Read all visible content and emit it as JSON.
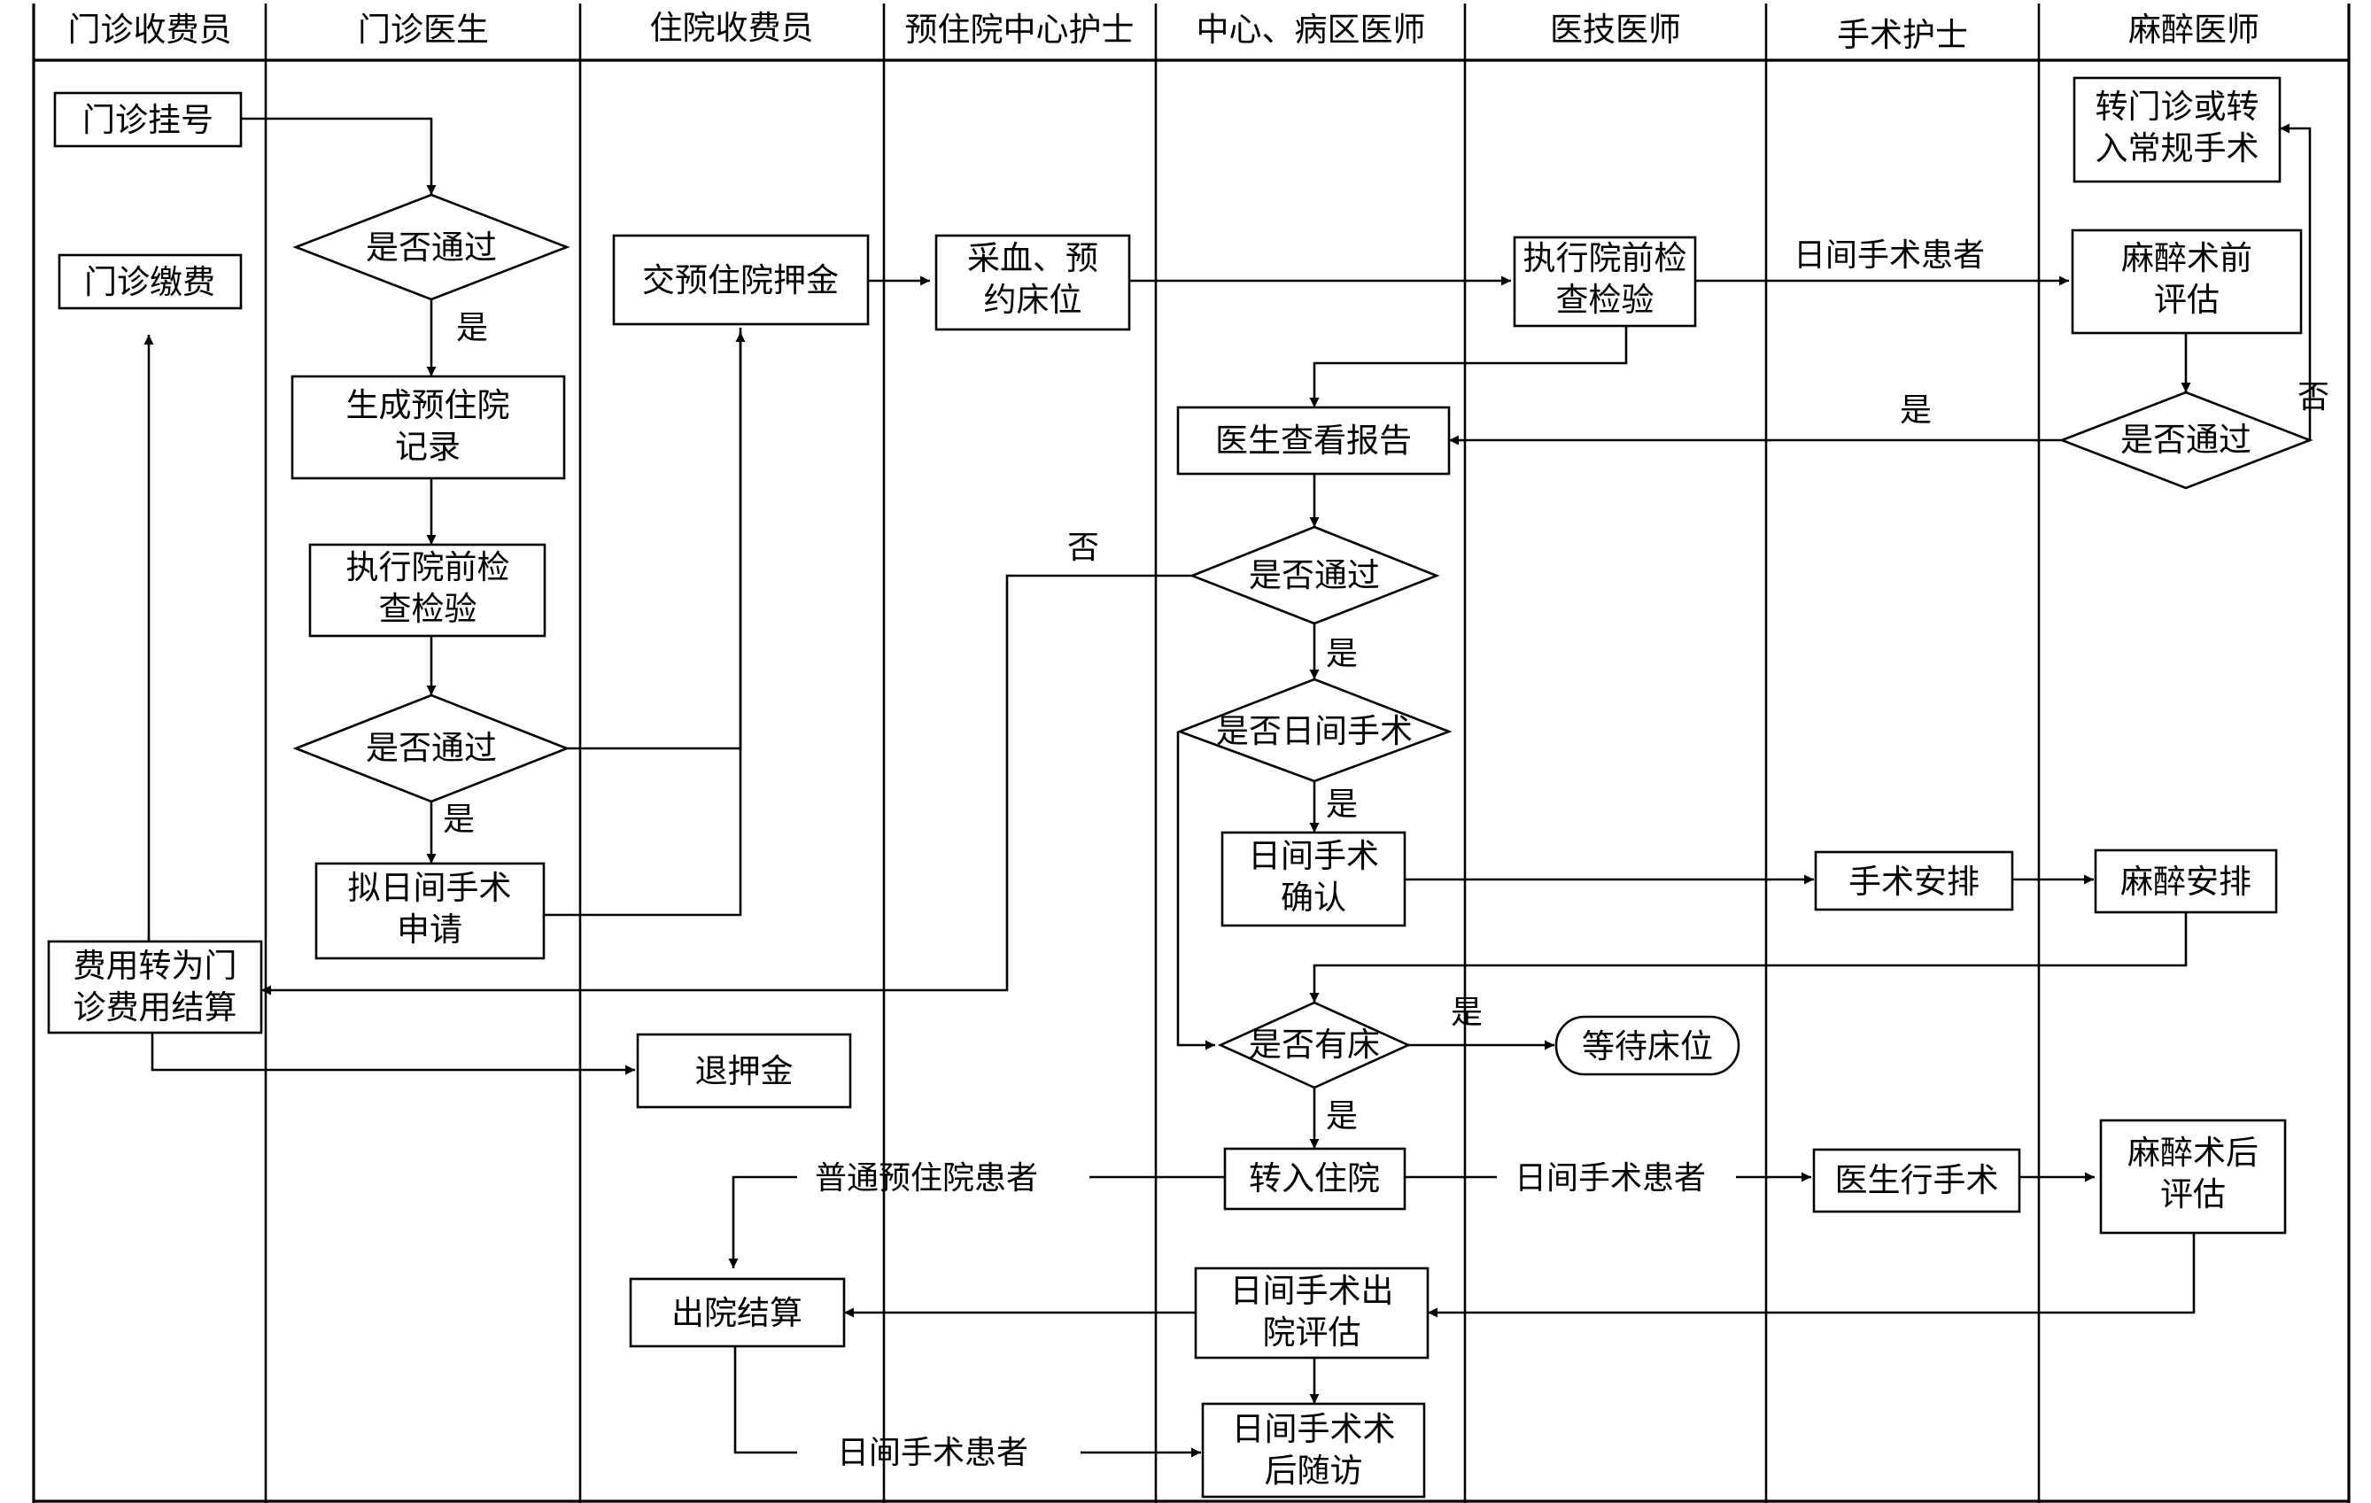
{
  "lanes": {
    "outpatient_cashier": "门诊收费员",
    "outpatient_doctor": "门诊医生",
    "inpatient_cashier": "住院收费员",
    "pre_admission_nurse": "预住院中心护士",
    "center_ward_doctor": "中心、病区医师",
    "medtech_doctor": "医技医师",
    "surgical_nurse": "手术护士",
    "anesthesiologist": "麻醉医师"
  },
  "nodes": {
    "registration": "门诊挂号",
    "outpatient_payment": "门诊缴费",
    "fee_convert_1": "费用转为门",
    "fee_convert_2": "诊费用结算",
    "pass_check_1": "是否通过",
    "gen_record_1": "生成预住院",
    "gen_record_2": "记录",
    "pre_exam_1_l1": "执行院前检",
    "pre_exam_1_l2": "查检验",
    "pass_check_2": "是否通过",
    "day_surgery_apply_1": "拟日间手术",
    "day_surgery_apply_2": "申请",
    "pay_deposit": "交预住院押金",
    "refund_deposit": "退押金",
    "discharge_settle": "出院结算",
    "blood_bed_1": "采血、预",
    "blood_bed_2": "约床位",
    "doctor_view_report": "医生查看报告",
    "pass_check_3": "是否通过",
    "is_day_surgery": "是否日间手术",
    "day_confirm_1": "日间手术",
    "day_confirm_2": "确认",
    "has_bed": "是否有床",
    "admit": "转入住院",
    "discharge_eval_1": "日间手术出",
    "discharge_eval_2": "院评估",
    "followup_1": "日间手术术",
    "followup_2": "后随访",
    "pre_exam_2_l1": "执行院前检",
    "pre_exam_2_l2": "查检验",
    "wait_bed": "等待床位",
    "surgery_schedule": "手术安排",
    "doctor_operate": "医生行手术",
    "transfer_1": "转门诊或转",
    "transfer_2": "入常规手术",
    "anes_pre_eval_1": "麻醉术前",
    "anes_pre_eval_2": "评估",
    "pass_check_4": "是否通过",
    "anes_schedule": "麻醉安排",
    "anes_post_eval_1": "麻醉术后",
    "anes_post_eval_2": "评估"
  },
  "labels": {
    "yes_1": "是",
    "yes_2": "是",
    "no_3": "否",
    "yes_3": "是",
    "yes_day": "是",
    "yes_bed": "是",
    "has_bed_yes_right": "是",
    "yes_4": "是",
    "no_4": "否",
    "day_patient_top": "日间手术患者",
    "ordinary_patient": "普通预住院患者",
    "day_patient_mid": "日间手术患者",
    "day_patient_bottom": "日间手术患者"
  }
}
